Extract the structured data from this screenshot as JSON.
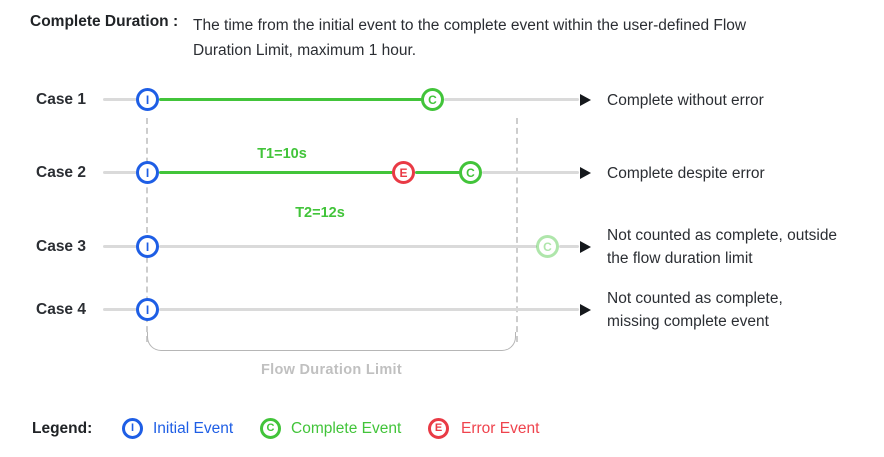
{
  "header": {
    "term": "Complete Duration :",
    "definition_line1": "The time from the initial event to the complete event within the user-defined Flow",
    "definition_line2": "Duration Limit, maximum 1 hour."
  },
  "events": {
    "initial": "I",
    "complete": "C",
    "error": "E"
  },
  "duration_labels": {
    "t1": "T1=10s",
    "t2": "T2=12s"
  },
  "cases": [
    {
      "label": "Case 1",
      "note": {
        "line1": "Complete without error",
        "line2": ""
      }
    },
    {
      "label": "Case 2",
      "note": {
        "line1": "Complete despite error",
        "line2": ""
      }
    },
    {
      "label": "Case 3",
      "note": {
        "line1": "Not counted as complete, outside",
        "line2": "the flow duration limit"
      }
    },
    {
      "label": "Case 4",
      "note": {
        "line1": "Not counted as complete,",
        "line2": "missing complete event"
      }
    }
  ],
  "bracket": {
    "label": "Flow Duration Limit"
  },
  "legend": {
    "title": "Legend:",
    "items": [
      {
        "symbol": "I",
        "label": "Initial Event"
      },
      {
        "symbol": "C",
        "label": "Complete Event"
      },
      {
        "symbol": "E",
        "label": "Error Event"
      }
    ]
  },
  "colors": {
    "initial_blue": "#1e5ee5",
    "complete_green": "#42c43a",
    "error_red": "#e93a45",
    "timeline_gray": "#dadada",
    "guide_gray": "#cdcdcd",
    "muted_label_gray": "#c0c0c0"
  }
}
